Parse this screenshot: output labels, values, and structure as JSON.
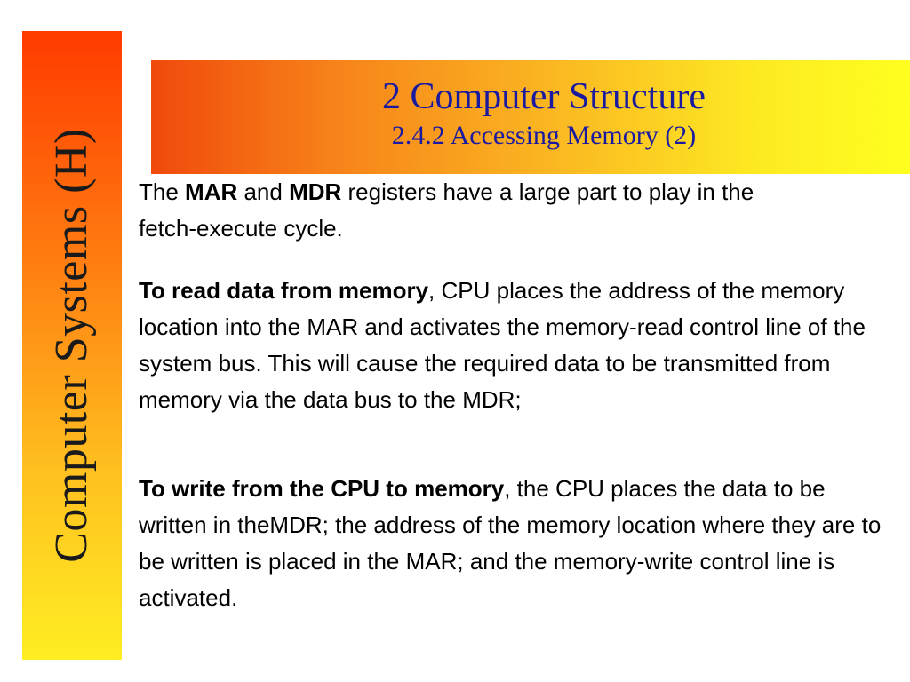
{
  "sidebar": {
    "title": "Computer Systems (H)"
  },
  "header": {
    "title": "2 Computer Structure",
    "subtitle": "2.4.2 Accessing Memory (2)"
  },
  "content": {
    "p1": {
      "t1": "The ",
      "b1": "MAR",
      "t2": " and ",
      "b2": "MDR",
      "t3": " registers have a large part to play in the fetch-execute cycle."
    },
    "p2": {
      "bold": "To read data from memory",
      "rest": ",  CPU places the address of the memory location into the MAR and activates the memory-read control line of the system bus. This will cause the required data to be transmitted from memory via the data bus to the MDR;"
    },
    "p3": {
      "bold": "To write from the CPU to memory",
      "rest": ", the CPU places the data to be written in theMDR; the address of the memory location where they are to be written is placed in the MAR; and the memory-write control line is activated."
    }
  },
  "colors": {
    "title_text": "#1a1aa0",
    "sidebar_top": "#ff3a00",
    "sidebar_bottom": "#ffee22",
    "band_left": "#f04a0c",
    "band_right": "#ffff20"
  }
}
